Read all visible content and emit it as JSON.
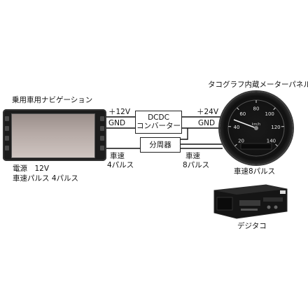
{
  "labels": {
    "nav_title": "乗用車用ナビゲーション",
    "nav_power_line1": "電源　12V",
    "nav_power_line2": "車速パルス 4パルス",
    "plus12v": "＋12V",
    "gnd_left": "GND",
    "plus24v": "＋24V",
    "gnd_right": "GND",
    "dcdc_line1": "DCDC",
    "dcdc_line2": "コンバーター",
    "divider": "分周器",
    "speed4_line1": "車速",
    "speed4_line2": "4パルス",
    "speed8_line1": "車速",
    "speed8_line2": "8パルス",
    "tacho_panel": "タコグラフ内蔵メーターパネル",
    "speed8_pulse": "車速8パルス",
    "digital_tacho": "デジタコ"
  },
  "gauge": {
    "ticks": [
      "20",
      "40",
      "60",
      "80",
      "100",
      "120",
      "140"
    ],
    "unit": "km/h"
  },
  "colors": {
    "wire": "#111111",
    "device_dark": "#151515"
  }
}
